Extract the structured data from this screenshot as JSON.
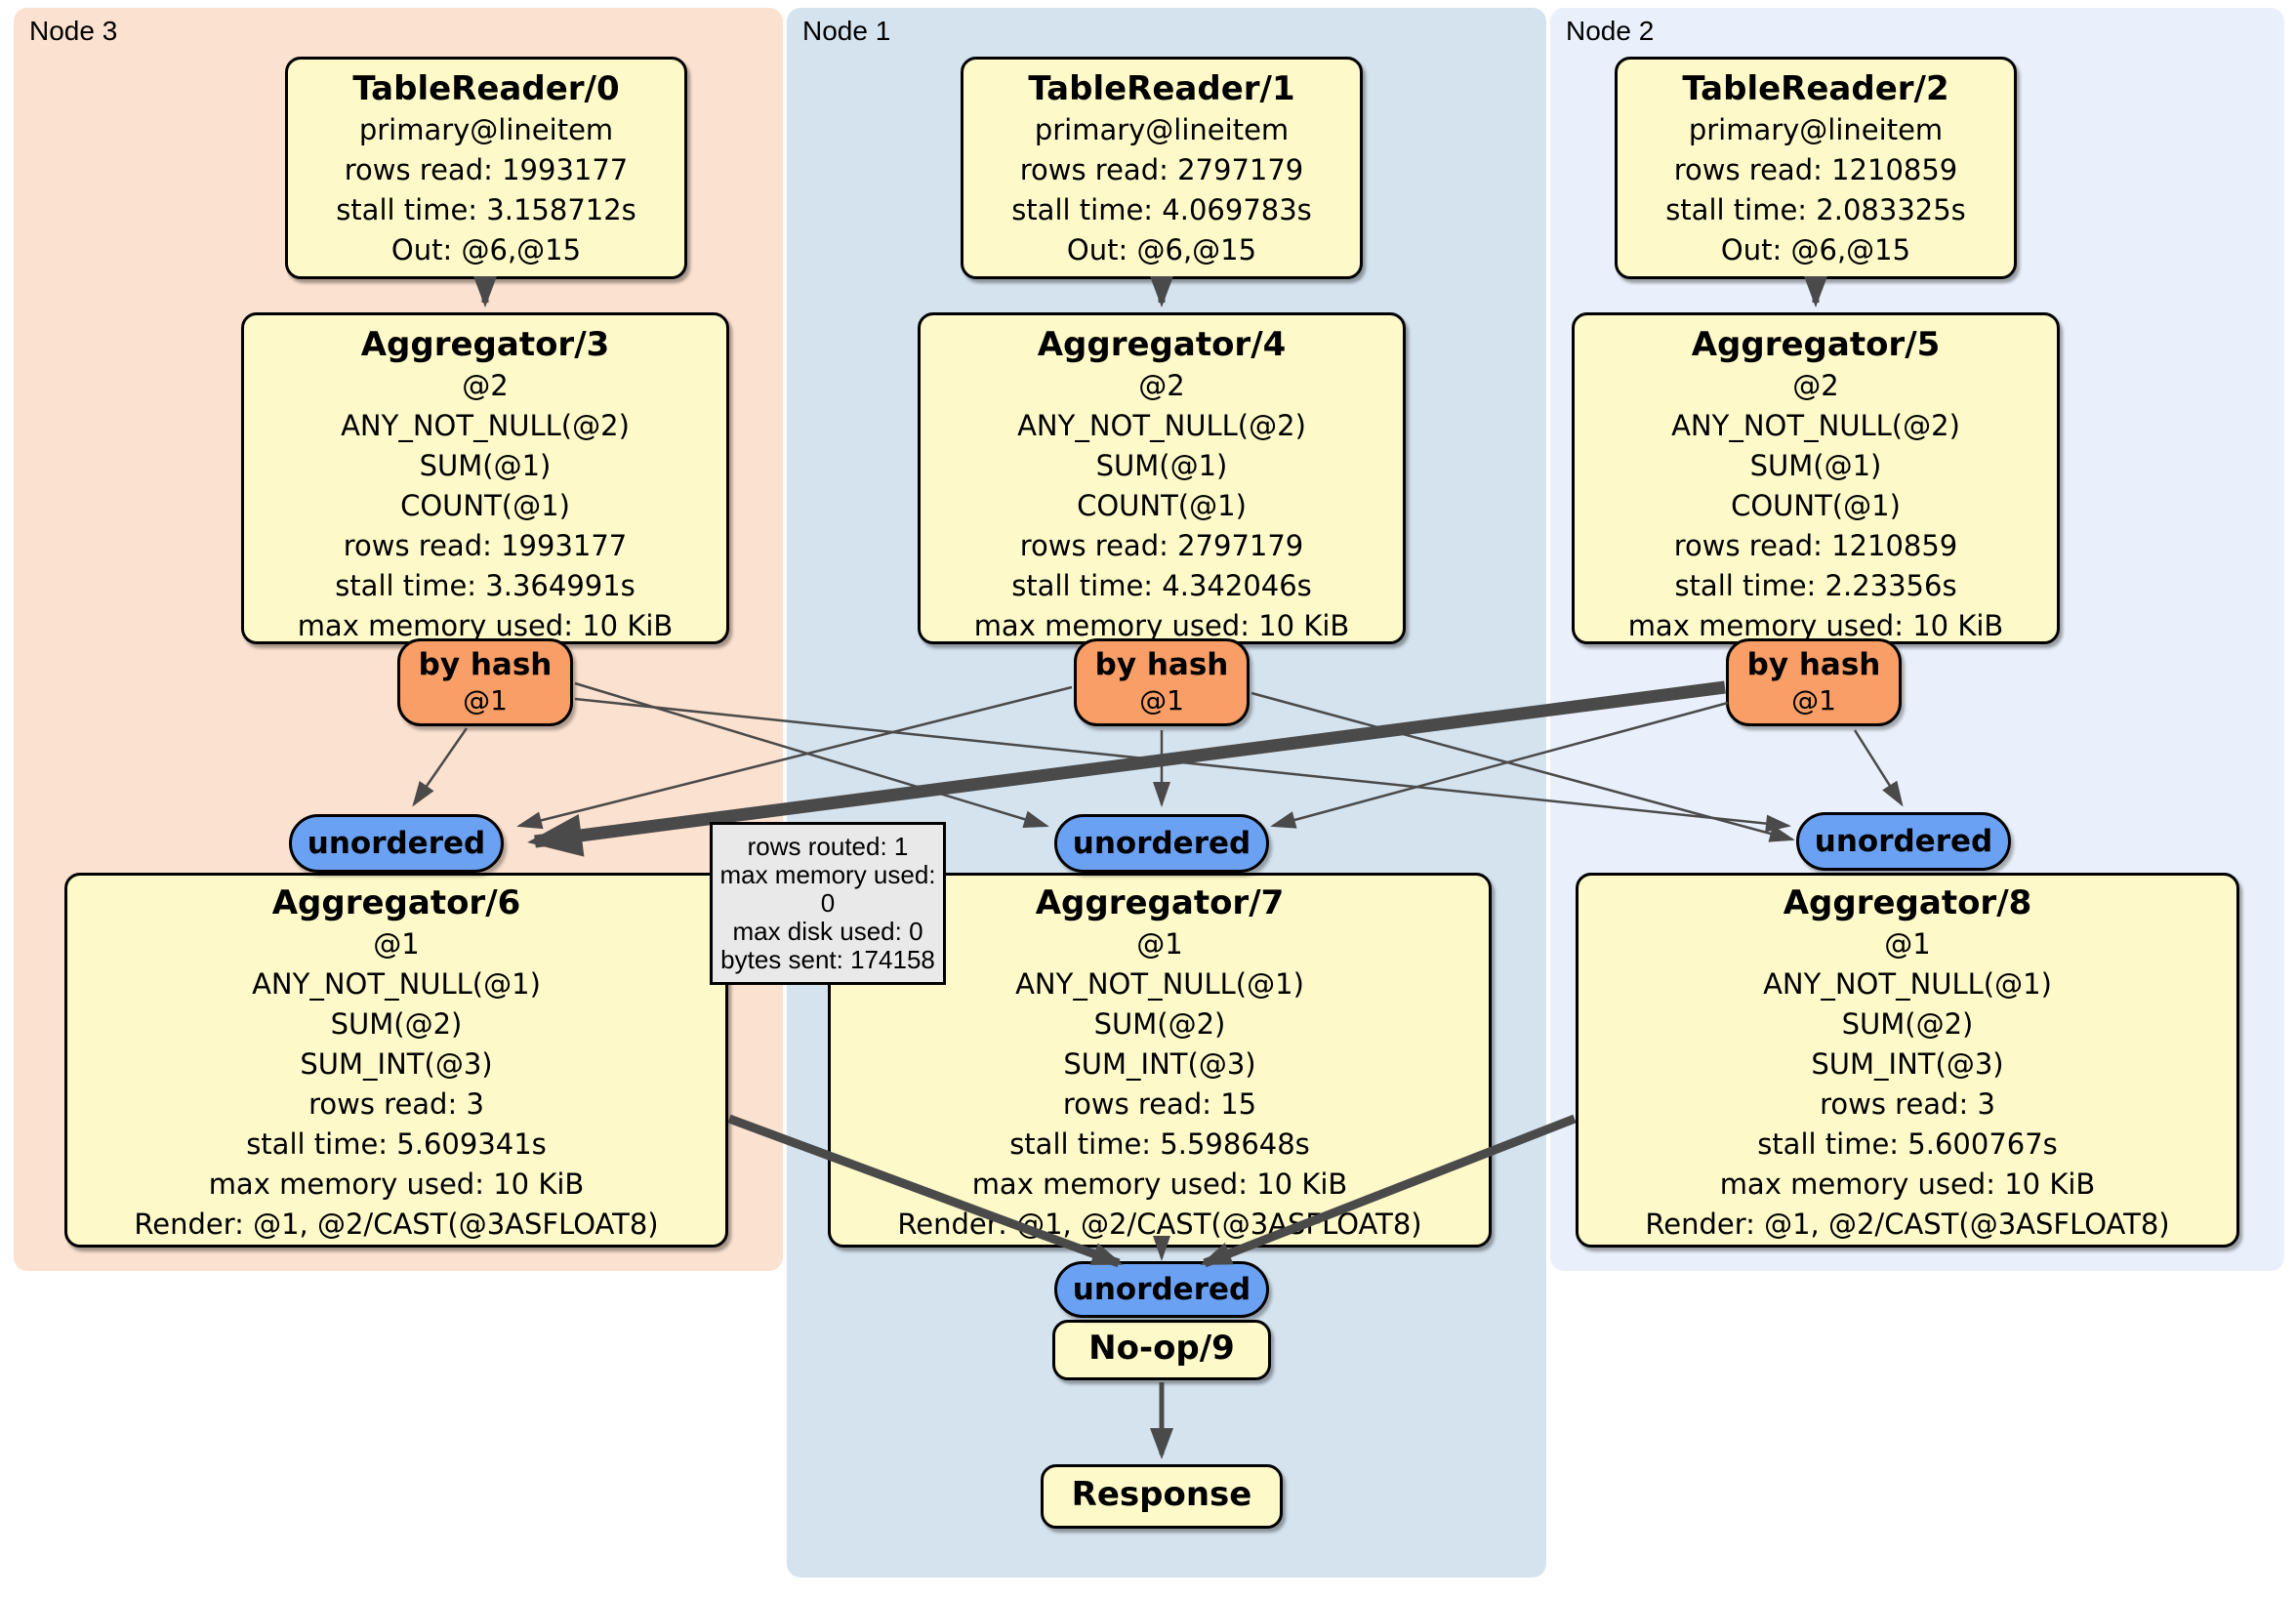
{
  "panels": {
    "node3": {
      "label": "Node 3"
    },
    "node1": {
      "label": "Node 1"
    },
    "node2": {
      "label": "Node 2"
    }
  },
  "processors": {
    "tr0": {
      "title": "TableReader/0",
      "lines": [
        "primary@lineitem",
        "rows read: 1993177",
        "stall time: 3.158712s",
        "Out: @6,@15"
      ]
    },
    "tr1": {
      "title": "TableReader/1",
      "lines": [
        "primary@lineitem",
        "rows read: 2797179",
        "stall time: 4.069783s",
        "Out: @6,@15"
      ]
    },
    "tr2": {
      "title": "TableReader/2",
      "lines": [
        "primary@lineitem",
        "rows read: 1210859",
        "stall time: 2.083325s",
        "Out: @6,@15"
      ]
    },
    "agg3": {
      "title": "Aggregator/3",
      "lines": [
        "@2",
        "ANY_NOT_NULL(@2)",
        "SUM(@1)",
        "COUNT(@1)",
        "rows read: 1993177",
        "stall time: 3.364991s",
        "max memory used: 10 KiB"
      ]
    },
    "agg4": {
      "title": "Aggregator/4",
      "lines": [
        "@2",
        "ANY_NOT_NULL(@2)",
        "SUM(@1)",
        "COUNT(@1)",
        "rows read: 2797179",
        "stall time: 4.342046s",
        "max memory used: 10 KiB"
      ]
    },
    "agg5": {
      "title": "Aggregator/5",
      "lines": [
        "@2",
        "ANY_NOT_NULL(@2)",
        "SUM(@1)",
        "COUNT(@1)",
        "rows read: 1210859",
        "stall time: 2.23356s",
        "max memory used: 10 KiB"
      ]
    },
    "agg6": {
      "title": "Aggregator/6",
      "lines": [
        "@1",
        "ANY_NOT_NULL(@1)",
        "SUM(@2)",
        "SUM_INT(@3)",
        "rows read: 3",
        "stall time: 5.609341s",
        "max memory used: 10 KiB",
        "Render: @1, @2/CAST(@3ASFLOAT8)"
      ]
    },
    "agg7": {
      "title": "Aggregator/7",
      "lines": [
        "@1",
        "ANY_NOT_NULL(@1)",
        "SUM(@2)",
        "SUM_INT(@3)",
        "rows read: 15",
        "stall time: 5.598648s",
        "max memory used: 10 KiB",
        "Render: @1, @2/CAST(@3ASFLOAT8)"
      ]
    },
    "agg8": {
      "title": "Aggregator/8",
      "lines": [
        "@1",
        "ANY_NOT_NULL(@1)",
        "SUM(@2)",
        "SUM_INT(@3)",
        "rows read: 3",
        "stall time: 5.600767s",
        "max memory used: 10 KiB",
        "Render: @1, @2/CAST(@3ASFLOAT8)"
      ]
    },
    "noop": {
      "title": "No-op/9"
    },
    "response": {
      "title": "Response"
    }
  },
  "routers": {
    "label": "by hash",
    "key": "@1"
  },
  "streams": {
    "label": "unordered"
  },
  "edge_tooltip": {
    "lines": [
      "rows routed: 1",
      "max memory used: 0",
      "max disk used: 0",
      "bytes sent: 174158"
    ]
  },
  "colors": {
    "processor_fill": "#fdf9c9",
    "router_fill": "#f89e66",
    "stream_fill": "#6ba1f2",
    "node3_bg": "#fbe1cf",
    "node1_bg": "#d5e3ef",
    "node2_bg": "#eaf0fb",
    "edge_color": "#4a4a4a",
    "tooltip_fill": "#e9e9e9"
  }
}
